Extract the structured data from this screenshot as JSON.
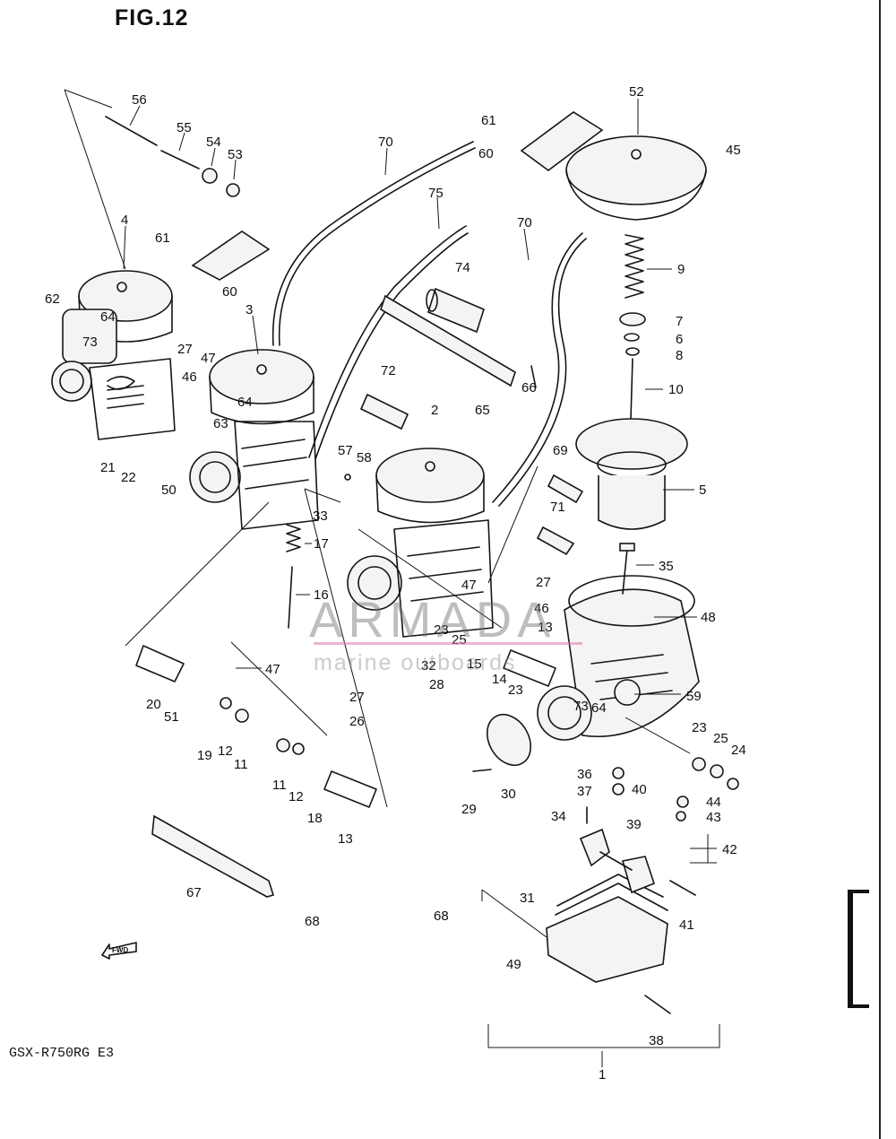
{
  "figure": {
    "title": "FIG.12",
    "model": "GSX-R750RG E3",
    "fwd_label": "FWD"
  },
  "watermark": {
    "brand": "ARMADA",
    "tagline": "marine outboards"
  },
  "callouts": [
    "56",
    "55",
    "54",
    "53",
    "4",
    "61",
    "60",
    "62",
    "64",
    "73",
    "27",
    "47",
    "46",
    "21",
    "22",
    "3",
    "63",
    "64",
    "50",
    "70",
    "75",
    "74",
    "72",
    "65",
    "66",
    "57",
    "58",
    "2",
    "33",
    "17",
    "16",
    "61",
    "60",
    "52",
    "45",
    "70",
    "9",
    "7",
    "6",
    "8",
    "10",
    "5",
    "69",
    "71",
    "35",
    "48",
    "27",
    "46",
    "47",
    "23",
    "25",
    "15",
    "13",
    "14",
    "23",
    "32",
    "28",
    "59",
    "73",
    "64",
    "23",
    "25",
    "24",
    "20",
    "51",
    "47",
    "19",
    "12",
    "11",
    "27",
    "26",
    "11",
    "12",
    "18",
    "13",
    "29",
    "30",
    "36",
    "37",
    "40",
    "44",
    "43",
    "34",
    "39",
    "42",
    "67",
    "68",
    "68",
    "31",
    "41",
    "49",
    "38",
    "1"
  ]
}
